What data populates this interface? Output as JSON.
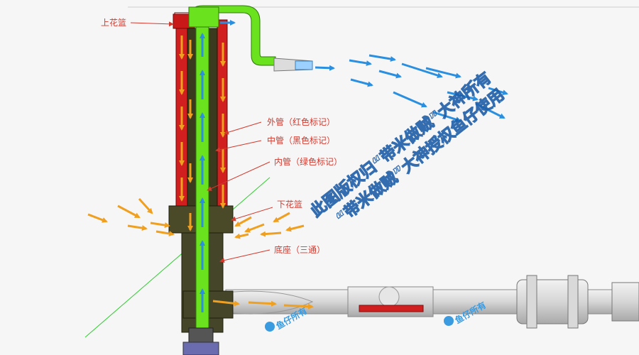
{
  "labels": {
    "upper_strainer": "上花篮",
    "outer_pipe": "外管（红色标记）",
    "middle_pipe": "中管（黑色标记）",
    "inner_pipe": "内管（绿色标记）",
    "lower_strainer": "下花篮",
    "base": "底座（三通）"
  },
  "watermark": {
    "line1": "此图版权归“带米做贼”大神所有",
    "line2": "“带米做贼”大神授权鱼仔使用"
  },
  "logo": {
    "text": "鱼仔所有"
  },
  "colors": {
    "outer_pipe": "#d11f1f",
    "middle_pipe": "#3a3a1e",
    "inner_pipe": "#6be21e",
    "upward_flow": "#2b8fe0",
    "downward_flow": "#f0a020",
    "callout": "#d23a2f"
  }
}
